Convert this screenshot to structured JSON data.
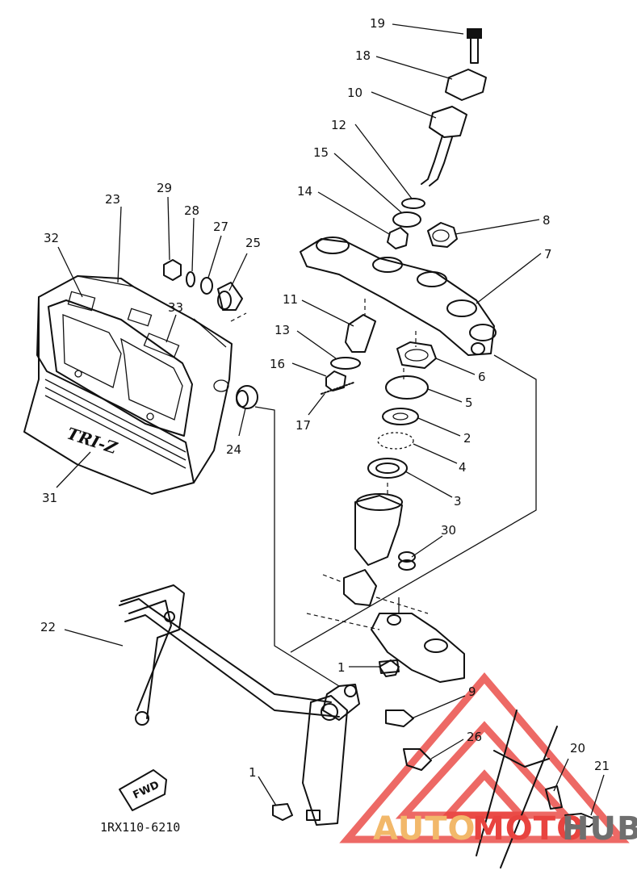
{
  "diagram": {
    "code": "1RX110-6210",
    "fwd_label": "FWD",
    "callouts": [
      "19",
      "18",
      "10",
      "12",
      "15",
      "14",
      "8",
      "7",
      "11",
      "13",
      "16",
      "17",
      "6",
      "5",
      "2",
      "4",
      "3",
      "30",
      "1",
      "9",
      "26",
      "20",
      "21",
      "22",
      "23",
      "29",
      "28",
      "27",
      "25",
      "32",
      "33",
      "24",
      "31",
      "1"
    ]
  },
  "watermark": {
    "brand": "AUTOMOTOHUB",
    "brand_parts": [
      "AUTO",
      "MOTO",
      "HUB"
    ],
    "colors": {
      "auto": "#f2b86a",
      "moto": "#e8433f",
      "hub": "#6f6f6f"
    }
  }
}
